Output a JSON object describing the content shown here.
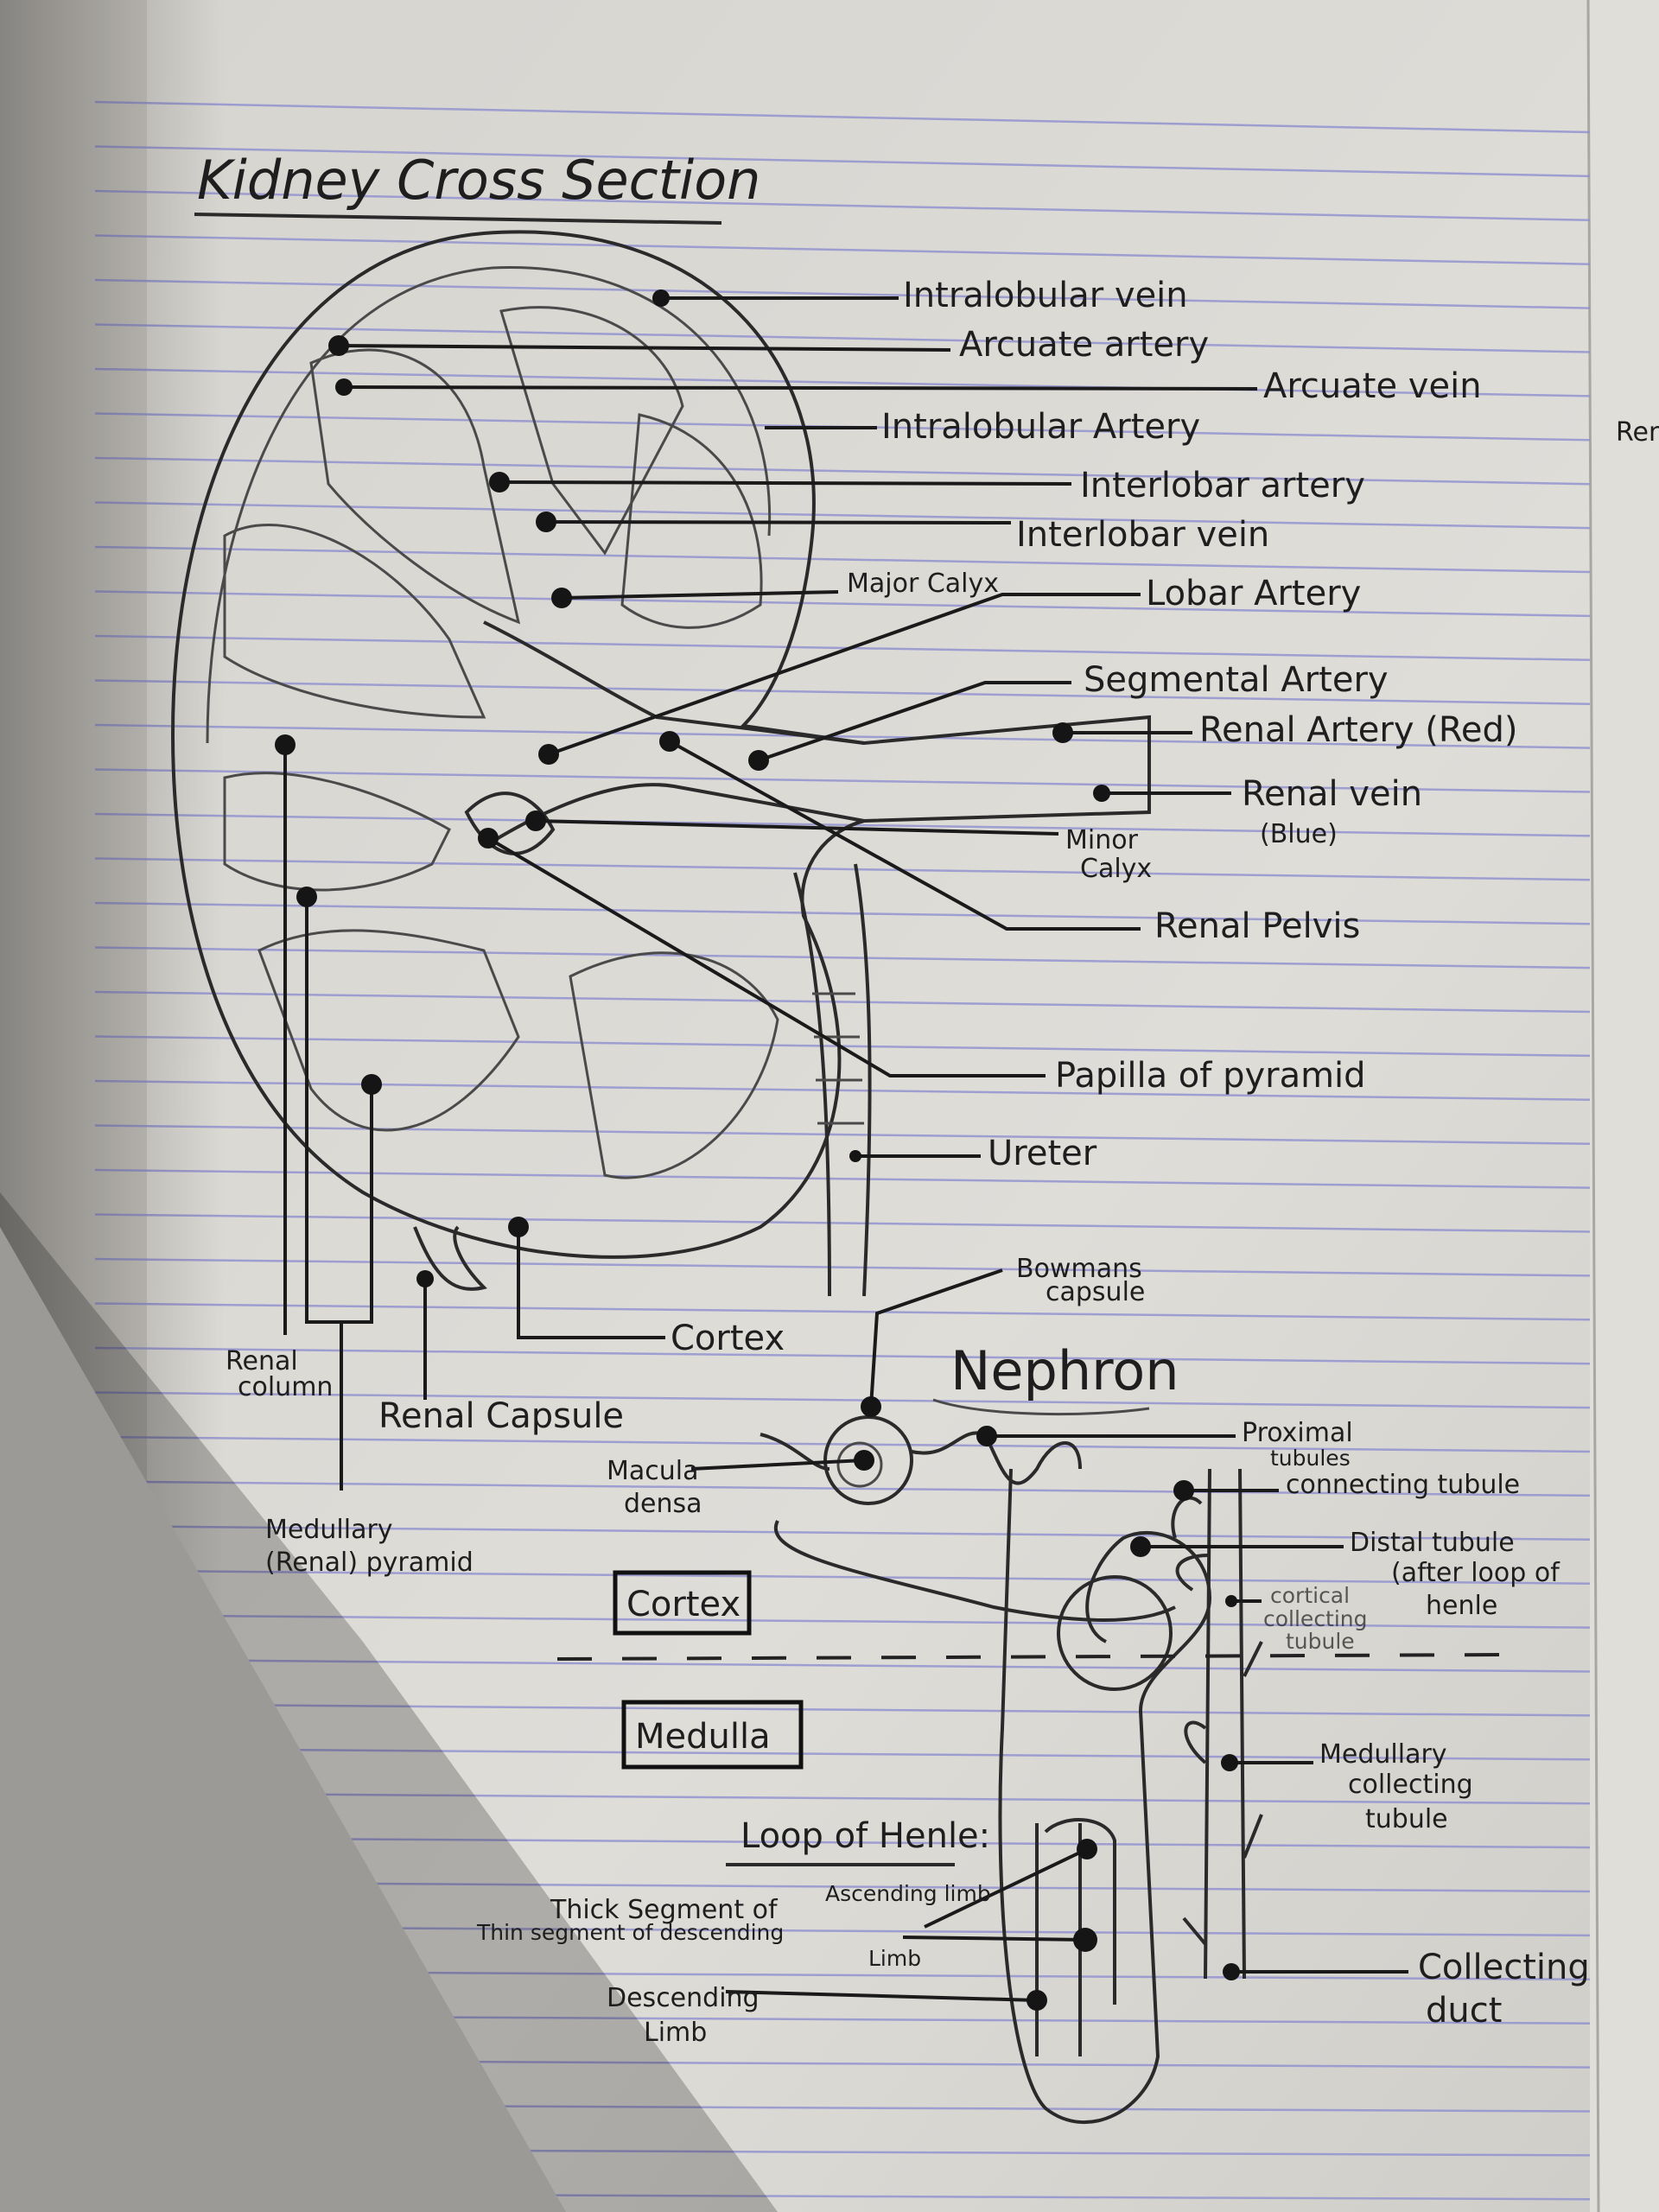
{
  "page": {
    "title": "Kidney Cross Section",
    "margin_note": "Ren cap"
  },
  "kidney_labels": {
    "intralobular_vein": "Intralobular vein",
    "arcuate_artery": "Arcuate artery",
    "arcuate_vein": "Arcuate vein",
    "intralobular_artery": "Intralobular Artery",
    "interlobar_artery": "Interlobar artery",
    "interlobar_vein": "Interlobar vein",
    "major_calyx": "Major Calyx",
    "lobar_artery": "Lobar Artery",
    "segmental_artery": "Segmental Artery",
    "renal_artery": "Renal Artery (Red)",
    "renal_vein": "Renal vein",
    "renal_vein_color": "(Blue)",
    "minor_calyx_1": "Minor",
    "minor_calyx_2": "Calyx",
    "renal_pelvis": "Renal Pelvis",
    "papilla": "Papilla of pyramid",
    "ureter": "Ureter",
    "cortex": "Cortex",
    "renal_column_1": "Renal",
    "renal_column_2": "column",
    "renal_capsule": "Renal Capsule",
    "medullary_pyramid_1": "Medullary",
    "medullary_pyramid_2": "(Renal) pyramid"
  },
  "nephron": {
    "title": "Nephron",
    "bowmans_capsule_1": "Bowmans",
    "bowmans_capsule_2": "capsule",
    "proximal_1": "Proximal",
    "proximal_2": "tubules",
    "connecting_tubule": "connecting tubule",
    "distal_1": "Distal tubule",
    "distal_2": "(after loop of",
    "distal_3": "henle",
    "macula_1": "Macula",
    "macula_2": "densa",
    "cortical_1": "cortical",
    "cortical_2": "collecting",
    "cortical_3": "tubule",
    "cortex_box": "Cortex",
    "medulla_box": "Medulla",
    "medullary_ct_1": "Medullary",
    "medullary_ct_2": "collecting",
    "medullary_ct_3": "tubule",
    "loop_title": "Loop of Henle:",
    "thick_1": "Thick Segment of",
    "thick_2": "Ascending limb",
    "thin_1": "Thin segment of descending",
    "thin_2": "Limb",
    "descending_1": "Descending",
    "descending_2": "Limb",
    "collecting_1": "Collecting",
    "collecting_2": "duct"
  }
}
